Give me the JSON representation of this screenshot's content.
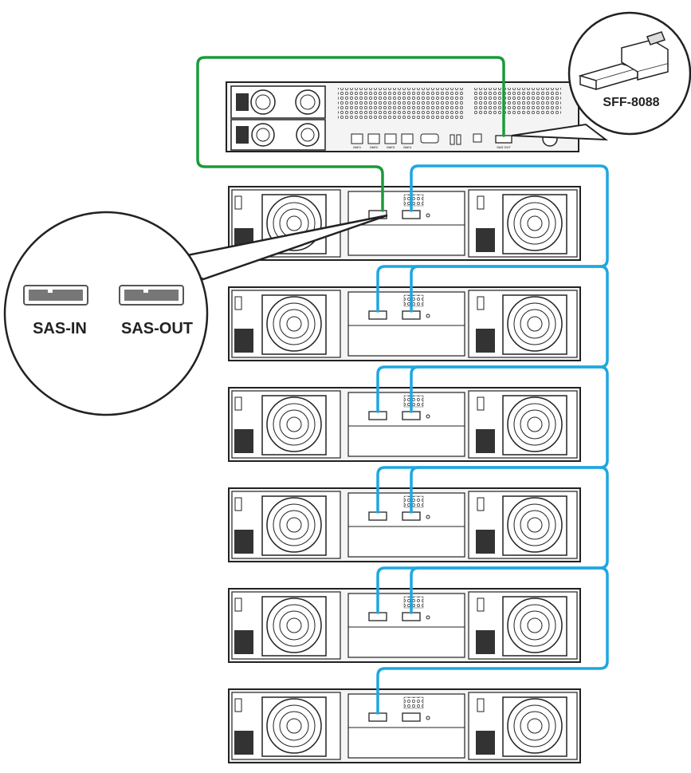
{
  "labels": {
    "connector": "SFF-8088",
    "sas_in": "SAS-IN",
    "sas_out": "SAS-OUT"
  },
  "head_unit": {
    "port_labels": [
      "GbE1",
      "GbE2",
      "GbE3",
      "GbE4"
    ],
    "sas_port_label": "SAS OUT"
  },
  "expansion_units": [
    {
      "id": "jbod-1"
    },
    {
      "id": "jbod-2"
    },
    {
      "id": "jbod-3"
    },
    {
      "id": "jbod-4"
    },
    {
      "id": "jbod-5"
    },
    {
      "id": "jbod-6"
    }
  ],
  "colors": {
    "head_link": "#1a9b3a",
    "daisy_chain": "#1ea7e0",
    "chassis_stroke": "#222222",
    "chassis_fill": "#f4f4f4"
  }
}
